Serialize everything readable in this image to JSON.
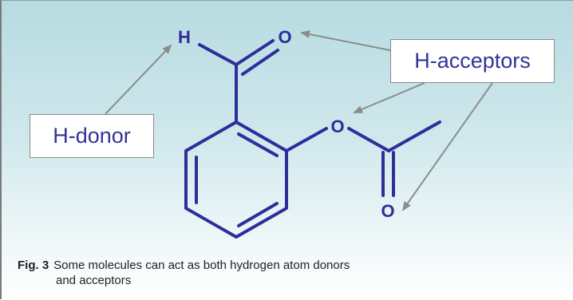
{
  "labels": {
    "donor": "H-donor",
    "acceptors": "H-acceptors"
  },
  "atoms": {
    "h": "H",
    "o_aldehyde": "O",
    "o_ester": "O",
    "o_carbonyl": "O"
  },
  "caption": {
    "fig_label": "Fig. 3",
    "line1": "Some molecules can act as both hydrogen atom donors",
    "line2": "and acceptors"
  },
  "colors": {
    "molecule": "#2e2e9a",
    "arrow": "#8c8c8c",
    "label_text": "#333399"
  }
}
